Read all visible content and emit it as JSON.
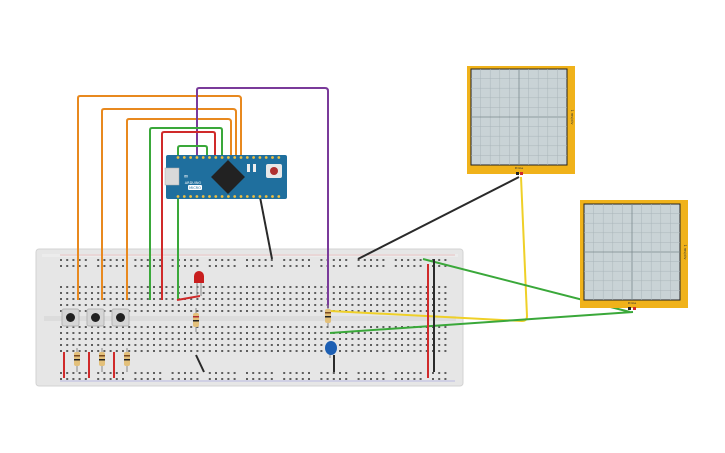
{
  "arduino": {
    "label_brand": "ARDUINO",
    "label_model": "MICRO",
    "body_color": "#1f6f9e"
  },
  "oscilloscopes": [
    {
      "id": "scope-1",
      "side_label": "1 ms/div",
      "probe_label": "Probe"
    },
    {
      "id": "scope-2",
      "side_label": "1 ms/div",
      "probe_label": "Probe"
    }
  ],
  "colors": {
    "breadboard": "#e7e7e7",
    "wire_orange": "#e8891f",
    "wire_purple": "#7a3a9a",
    "wire_green": "#3aa83a",
    "wire_red": "#d02a2a",
    "wire_yellow": "#efd028",
    "wire_black": "#2a2a2a",
    "scope_frame": "#f0b21a",
    "scope_screen": "#c9d3d6"
  }
}
